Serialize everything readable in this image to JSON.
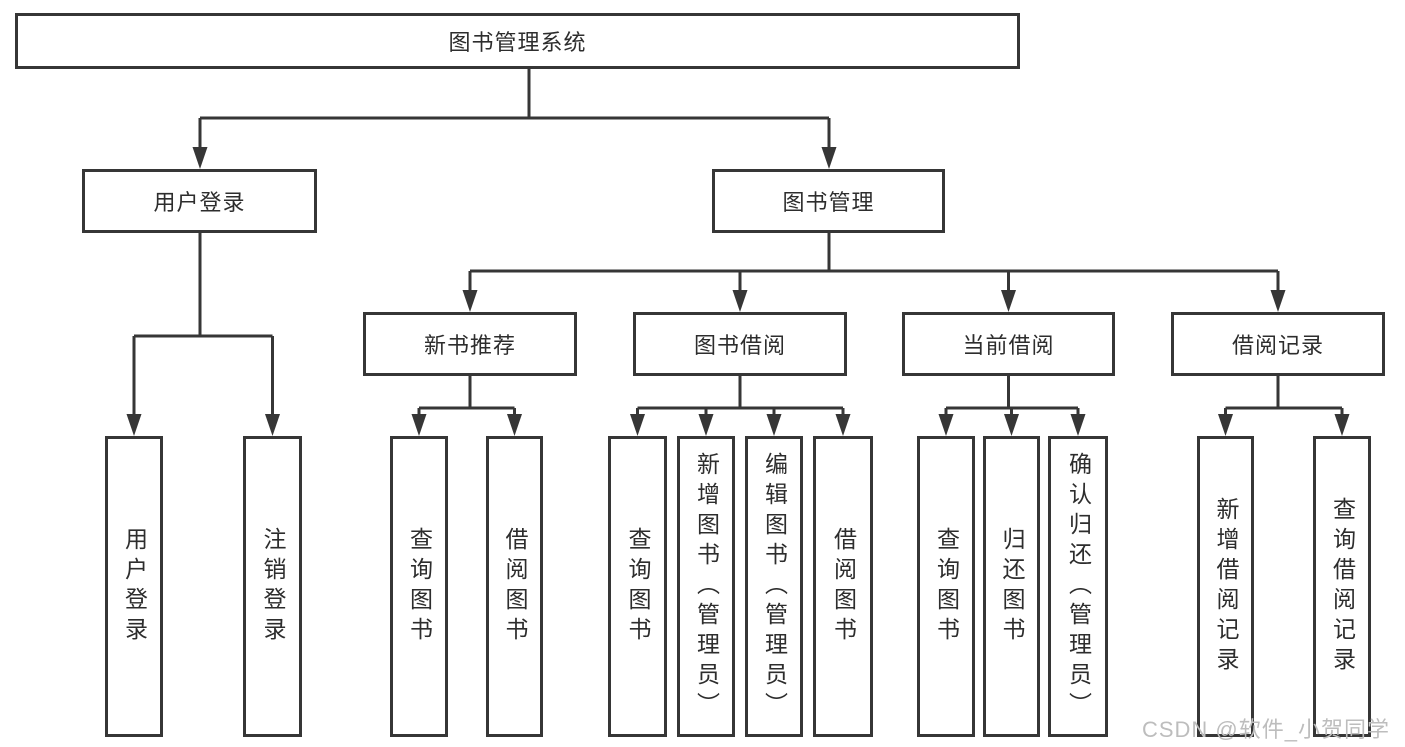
{
  "root": {
    "label": "图书管理系统"
  },
  "level1": {
    "user_login": "用户登录",
    "book_management": "图书管理"
  },
  "level2": {
    "new_book_recommend": "新书推荐",
    "book_borrow": "图书借阅",
    "current_borrow": "当前借阅",
    "borrow_records": "借阅记录"
  },
  "leaves": {
    "user_login_group": [
      "用户登录",
      "注销登录"
    ],
    "recommend_group": [
      "查询图书",
      "借阅图书"
    ],
    "borrow_group": [
      "查询图书",
      "新增图书（管理员）",
      "编辑图书（管理员）",
      "借阅图书"
    ],
    "current_group": [
      "查询图书",
      "归还图书",
      "确认归还（管理员）"
    ],
    "records_group": [
      "新增借阅记录",
      "查询借阅记录"
    ]
  },
  "watermark": "CSDN @软件_小贺同学",
  "colors": {
    "line": "#363636",
    "text": "#2d2d2d",
    "watermark": "#bdbdbd",
    "background": "#ffffff"
  }
}
